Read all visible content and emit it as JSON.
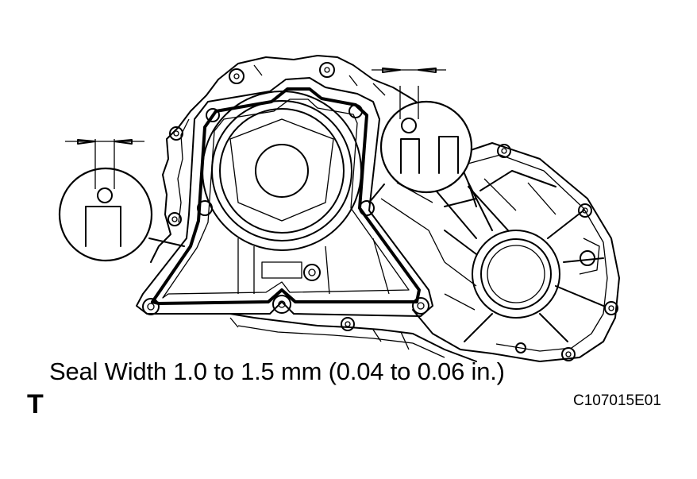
{
  "diagram": {
    "caption": "Seal Width 1.0 to 1.5 mm (0.04 to 0.06 in.)",
    "side_mark": "T",
    "figure_code": "C107015E01"
  }
}
